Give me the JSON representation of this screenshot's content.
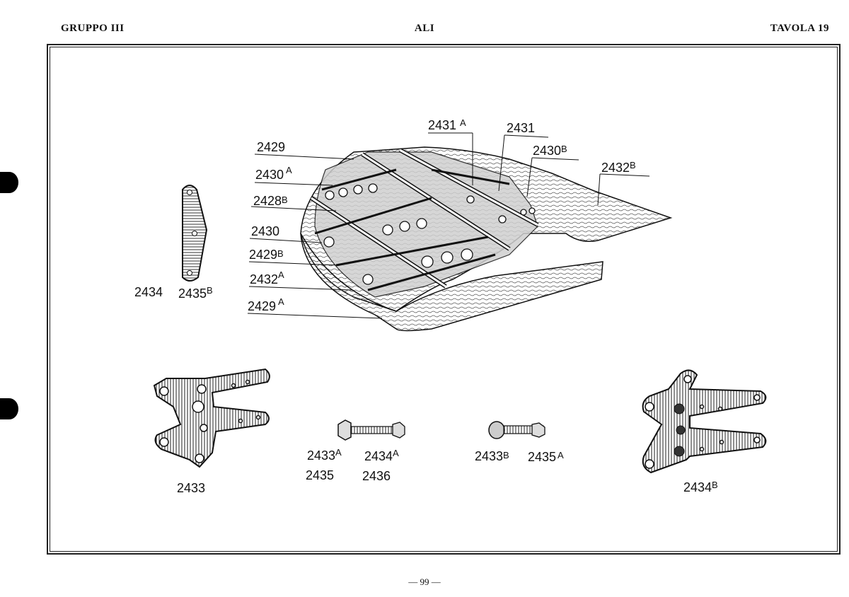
{
  "header": {
    "left": "GRUPPO III",
    "center": "ALI",
    "right": "TAVOLA 19"
  },
  "footer": {
    "page": "— 99 —"
  },
  "labels": {
    "l2429": {
      "num": "2429",
      "sup": ""
    },
    "l2430A": {
      "num": "2430",
      "sup": "A"
    },
    "l2428B": {
      "num": "2428",
      "sup": "B"
    },
    "l2430": {
      "num": "2430",
      "sup": ""
    },
    "l2429B": {
      "num": "2429",
      "sup": "B"
    },
    "l2432A": {
      "num": "2432",
      "sup": "A"
    },
    "l2429A": {
      "num": "2429",
      "sup": "A"
    },
    "l2431A": {
      "num": "2431",
      "sup": "A"
    },
    "l2431": {
      "num": "2431",
      "sup": ""
    },
    "l2430B": {
      "num": "2430",
      "sup": "B"
    },
    "l2432B": {
      "num": "2432",
      "sup": "B"
    },
    "l2434": {
      "num": "2434",
      "sup": ""
    },
    "l2435B": {
      "num": "2435",
      "sup": "B"
    },
    "l2433": {
      "num": "2433",
      "sup": ""
    },
    "l2433A": {
      "num": "2433",
      "sup": "A"
    },
    "l2434A": {
      "num": "2434",
      "sup": "A"
    },
    "l2435": {
      "num": "2435",
      "sup": ""
    },
    "l2436": {
      "num": "2436",
      "sup": ""
    },
    "l2433B": {
      "num": "2433",
      "sup": "B"
    },
    "l2435A": {
      "num": "2435",
      "sup": "A"
    },
    "l2434B": {
      "num": "2434",
      "sup": "B"
    }
  }
}
